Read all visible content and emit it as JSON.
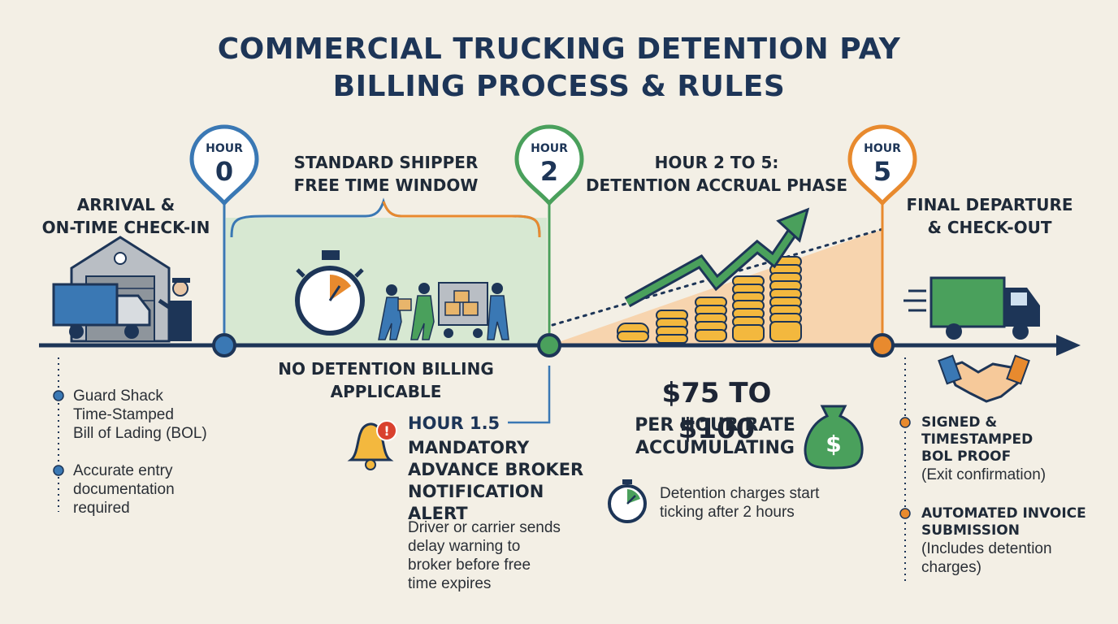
{
  "title": {
    "line1": "COMMERCIAL TRUCKING DETENTION PAY",
    "line2": "BILLING PROCESS & RULES"
  },
  "colors": {
    "navy": "#1d3557",
    "blue": "#3a78b4",
    "green": "#4aa05c",
    "orange": "#e88a2e",
    "free_window_fill": "#d7e8d2",
    "accrual_fill": "#f7d4ae"
  },
  "pins": [
    {
      "small": "HOUR",
      "big": "0",
      "color": "#3a78b4"
    },
    {
      "small": "HOUR",
      "big": "2",
      "color": "#4aa05c"
    },
    {
      "small": "HOUR",
      "big": "5",
      "color": "#e88a2e"
    }
  ],
  "arrival": {
    "lines": [
      "ARRIVAL &",
      "ON-TIME CHECK-IN"
    ]
  },
  "free_window": {
    "lines": [
      "STANDARD SHIPPER",
      "FREE TIME WINDOW"
    ]
  },
  "accrual": {
    "lines": [
      "HOUR 2 TO 5:",
      "DETENTION ACCRUAL PHASE"
    ]
  },
  "departure": {
    "lines": [
      "FINAL DEPARTURE",
      "& CHECK-OUT"
    ]
  },
  "no_billing": {
    "lines": [
      "NO DETENTION BILLING",
      "APPLICABLE"
    ]
  },
  "left_bullets": [
    {
      "lines": [
        "Guard Shack",
        "Time-Stamped",
        "Bill of Lading (BOL)"
      ]
    },
    {
      "lines": [
        "Accurate entry",
        "documentation",
        "required"
      ]
    }
  ],
  "alert": {
    "hour": "HOUR 1.5",
    "lines": [
      "MANDATORY",
      "ADVANCE BROKER",
      "NOTIFICATION ALERT"
    ],
    "desc": [
      "Driver or carrier sends",
      "delay warning to",
      "broker before free",
      "time expires"
    ],
    "badge": "!"
  },
  "rate": {
    "amount": "$75 TO $100",
    "lines": [
      "PER HOUR RATE",
      "ACCUMULATING"
    ],
    "bag_symbol": "$"
  },
  "timer_note": {
    "lines": [
      "Detention charges start",
      "ticking after 2 hours"
    ]
  },
  "right_bullets": [
    {
      "bold": [
        "SIGNED &",
        "TIMESTAMPED",
        "BOL PROOF"
      ],
      "plain": [
        "(Exit confirmation)"
      ]
    },
    {
      "bold": [
        "AUTOMATED INVOICE",
        "SUBMISSION"
      ],
      "plain": [
        "(Includes detention",
        "charges)"
      ]
    }
  ],
  "icons": [
    "warehouse-icon",
    "truck-icon",
    "guard-icon",
    "stopwatch-icon",
    "workers-loading-icon",
    "cart-boxes-icon",
    "trend-arrow-icon",
    "coin-stacks-icon",
    "money-bag-icon",
    "bell-alert-icon",
    "timer-icon",
    "moving-truck-icon",
    "handshake-icon"
  ]
}
